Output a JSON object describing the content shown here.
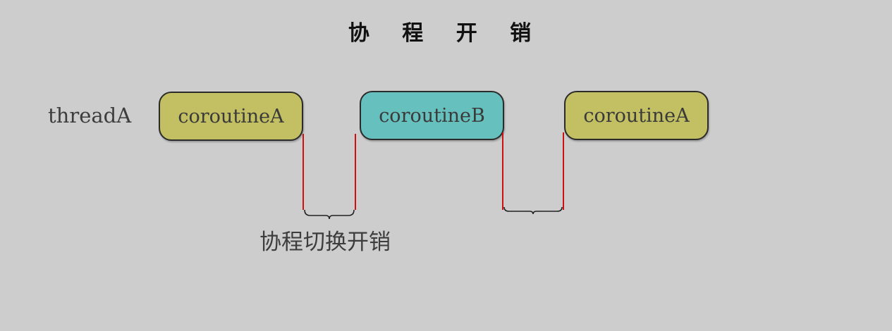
{
  "title": "协 程 开 销",
  "thread_label": "threadA",
  "blocks": [
    {
      "label": "coroutineA",
      "color": "#c2c062"
    },
    {
      "label": "coroutineB",
      "color": "#65c0be"
    },
    {
      "label": "coroutineA",
      "color": "#c2c062"
    }
  ],
  "switch_label": "协程切换开销",
  "colors": {
    "background": "#cdcdcd",
    "marker_line": "#cc1111",
    "brace": "#222222"
  }
}
